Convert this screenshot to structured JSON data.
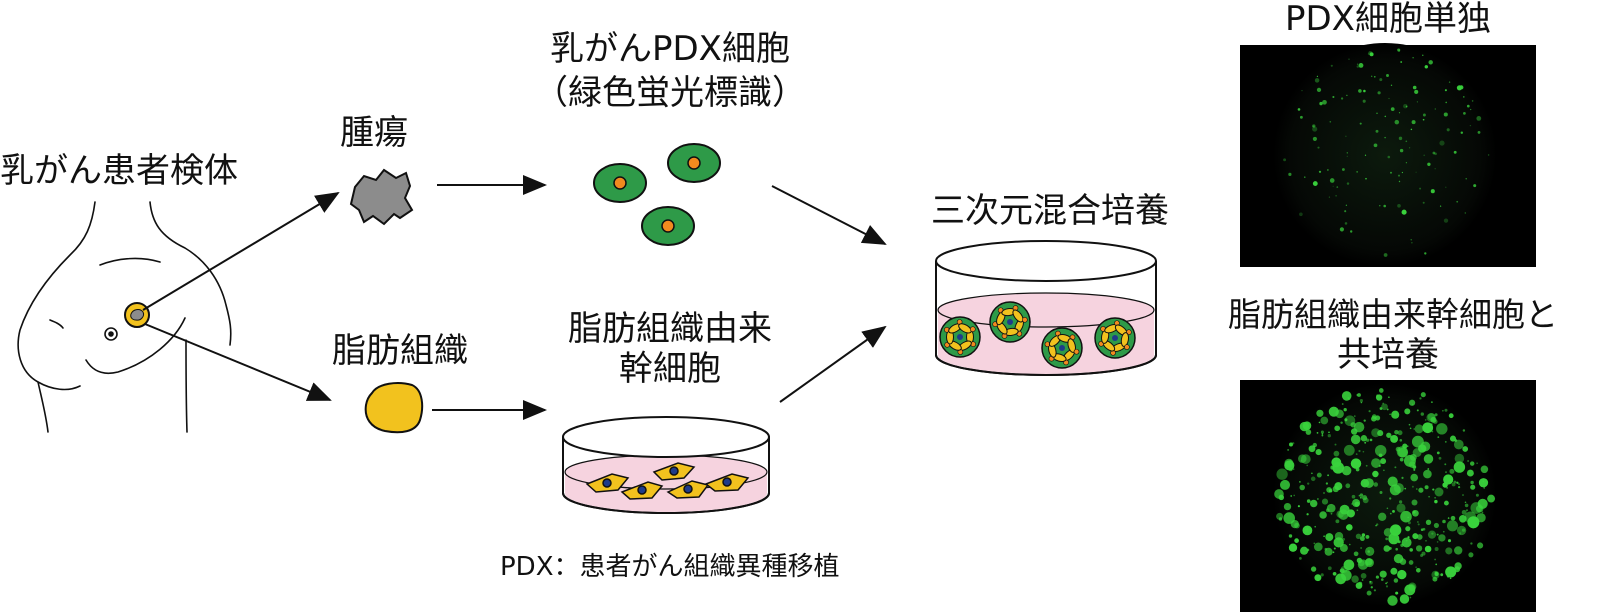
{
  "labels": {
    "patient_specimen": "乳がん患者検体",
    "tumor": "腫瘍",
    "adipose_tissue": "脂肪組織",
    "pdx_cells": "乳がんPDX細胞",
    "pdx_cells_note": "（緑色蛍光標識）",
    "adsc_line1": "脂肪組織由来",
    "adsc_line2": "幹細胞",
    "coculture_3d": "三次元混合培養",
    "footnote": "PDX：患者がん組織異種移植",
    "result_pdx_only": "PDX細胞単独",
    "result_coculture_line1": "脂肪組織由来幹細胞と",
    "result_coculture_line2": "共培養"
  },
  "colors": {
    "pdx_cell_fill": "#2e9a48",
    "pdx_nucleus": "#f28a1f",
    "tumor_fill": "#8c8c8c",
    "adipose_fill": "#f2c21e",
    "adsc_nucleus": "#1f3b8a",
    "culture_medium": "#f6d3df",
    "fluorescence": "#39d23c"
  }
}
